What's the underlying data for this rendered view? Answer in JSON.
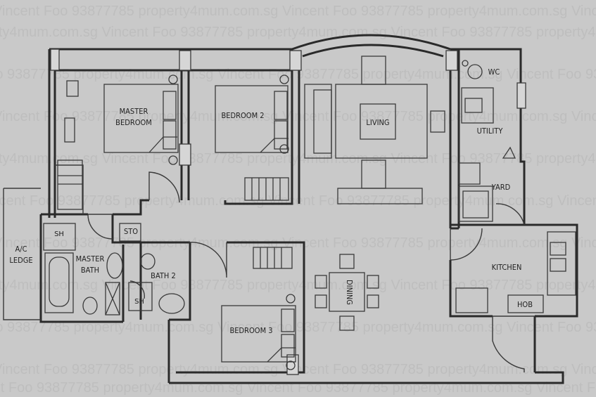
{
  "colors": {
    "background": "#c9c9c9",
    "line": "#2a2a2a",
    "watermark": "#bdbdbd"
  },
  "rooms": {
    "master_bedroom": [
      "MASTER",
      "BEDROOM"
    ],
    "bedroom_2": "BEDROOM 2",
    "living": "LIVING",
    "wc": "WC",
    "utility": "UTILITY",
    "yard": "YARD",
    "kitchen": "KITCHEN",
    "hob": "HOB",
    "ac_ledge": [
      "A/C",
      "LEDGE"
    ],
    "sh_master": "SH",
    "master_bath": [
      "MASTER",
      "BATH"
    ],
    "sto": "STO",
    "bath_2": "BATH 2",
    "sh_bath2": "SH",
    "dining": "DINING",
    "bedroom_3": "BEDROOM 3"
  },
  "watermark": {
    "lines": [
      "Vincent Foo 93877785 property4mum.com.sg Vincent Foo 93877785 property4mum.com.sg Vincent Foo",
      "property4mum.com.sg Vincent Foo 93877785 property4mum.com.sg Vincent Foo 93877785 property4mum",
      "Foo 93877785 property4mum.com.sg Vincent Foo 93877785 property4mum.com.sg Vincent Foo 93877785",
      "Vincent Foo 93877785 property4mum.com.sg Vincent Foo 93877785 property4mum.com.sg Vincent Foo"
    ]
  }
}
